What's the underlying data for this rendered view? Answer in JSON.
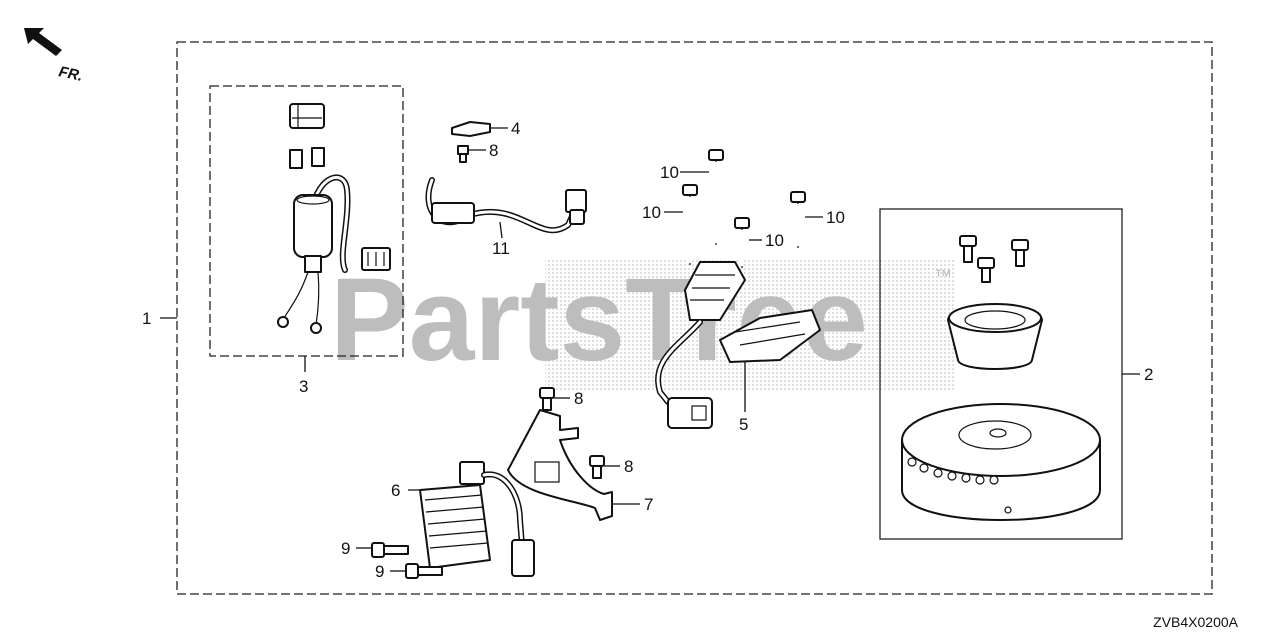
{
  "orientation": {
    "label": "FR.",
    "icon": "arrow-front-icon"
  },
  "watermark": {
    "text": "PartsTree",
    "trademark": "™"
  },
  "callouts": {
    "c1": "1",
    "c2": "2",
    "c3": "3",
    "c4": "4",
    "c5": "5",
    "c6": "6",
    "c7": "7",
    "c8a": "8",
    "c8b": "8",
    "c8c": "8",
    "c9a": "9",
    "c9b": "9",
    "c10a": "10",
    "c10b": "10",
    "c10c": "10",
    "c10d": "10",
    "c11": "11"
  },
  "diagram_code": "ZVB4X0200A"
}
